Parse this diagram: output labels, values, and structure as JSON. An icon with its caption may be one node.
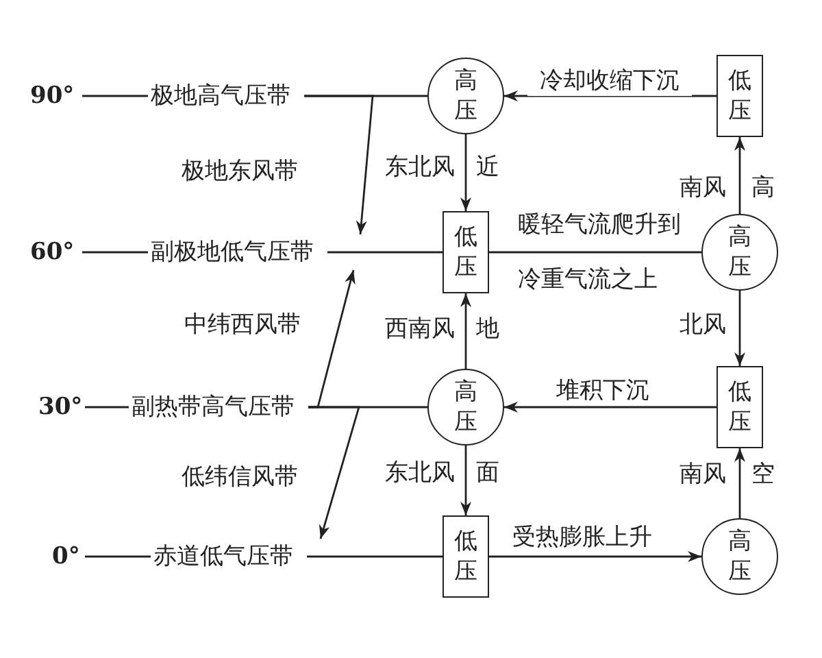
{
  "diagram": {
    "nodes": [
      {
        "text": [
          "极地高气压带"
        ],
        "beside": [
          "90°"
        ]
      },
      {
        "text": [
          "副极地低气压带"
        ],
        "beside": [
          "60°"
        ]
      },
      {
        "text": [
          "副热带高气压带"
        ],
        "beside": [
          "30°"
        ]
      },
      {
        "text": [
          "赤道低气压带"
        ],
        "beside": [
          "0°"
        ]
      },
      {
        "text": [
          "高压"
        ]
      },
      {
        "text": [
          "低压"
        ]
      },
      {
        "text": [
          "低压"
        ]
      },
      {
        "text": [
          "高压"
        ]
      },
      {
        "text": [
          "高压"
        ]
      },
      {
        "text": [
          "低压"
        ]
      },
      {
        "text": [
          "低压"
        ]
      },
      {
        "text": [
          "高压"
        ]
      }
    ],
    "edges": [
      {
        "from": 0,
        "to": 4,
        "arrow": "none"
      },
      {
        "from": 0,
        "to": 1,
        "arrow": "to"
      },
      {
        "from": 1,
        "to": 6,
        "arrow": "none"
      },
      {
        "from": 2,
        "to": 1,
        "arrow": "to"
      },
      {
        "from": 2,
        "to": 8,
        "arrow": "none"
      },
      {
        "from": 2,
        "to": 3,
        "arrow": "to"
      },
      {
        "from": 3,
        "to": 10,
        "arrow": "none"
      },
      {
        "from": 5,
        "to": 4,
        "arrow": "to",
        "label": "冷却收缩下沉"
      },
      {
        "from": 4,
        "to": 6,
        "arrow": "to",
        "label": "东北风"
      },
      {
        "from": 6,
        "to": 7,
        "arrow": "none",
        "label": "暖轻气流爬升到冷重气流之上"
      },
      {
        "from": 7,
        "to": 5,
        "arrow": "to",
        "label": "南风"
      },
      {
        "from": 7,
        "to": 9,
        "arrow": "to",
        "label": "北风"
      },
      {
        "from": 8,
        "to": 6,
        "arrow": "to",
        "label": "西南风"
      },
      {
        "from": 9,
        "to": 8,
        "arrow": "to",
        "label": "堆积下沉"
      },
      {
        "from": 8,
        "to": 10,
        "arrow": "to",
        "label": "东北风"
      },
      {
        "from": 10,
        "to": 11,
        "arrow": "to",
        "label": "受热膨胀上升"
      },
      {
        "from": 11,
        "to": 9,
        "arrow": "to",
        "label": "南风"
      }
    ],
    "labels": [
      "极地东风带",
      "中纬西风带",
      "低纬信风带",
      "近",
      "地",
      "面",
      "高",
      "空"
    ]
  }
}
